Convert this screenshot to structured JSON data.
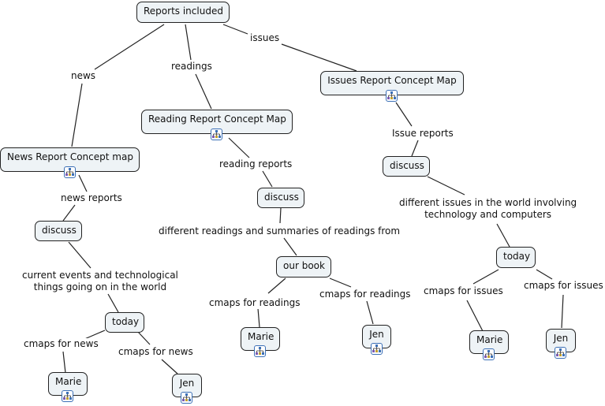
{
  "title": "Reports included concept map",
  "colors": {
    "node_fill": "#eef3f6",
    "node_border": "#222222",
    "line": "#222222",
    "icon_border": "#3b6fb6"
  },
  "nodes": {
    "root": {
      "text": "Reports included"
    },
    "news_map": {
      "text": "News Report Concept map",
      "icon": "concept-map-icon"
    },
    "reading_map": {
      "text": "Reading Report Concept Map",
      "icon": "concept-map-icon"
    },
    "issues_map": {
      "text": "Issues Report Concept Map",
      "icon": "concept-map-icon"
    },
    "news_discuss": {
      "text": "discuss"
    },
    "reading_discuss": {
      "text": "discuss"
    },
    "issues_discuss": {
      "text": "discuss"
    },
    "news_today": {
      "text": "today"
    },
    "our_book": {
      "text": "our book"
    },
    "issues_today": {
      "text": "today"
    },
    "news_marie": {
      "text": "Marie",
      "icon": "concept-map-icon"
    },
    "news_jen": {
      "text": "Jen",
      "icon": "concept-map-icon"
    },
    "reading_marie": {
      "text": "Marie",
      "icon": "concept-map-icon"
    },
    "reading_jen": {
      "text": "Jen",
      "icon": "concept-map-icon"
    },
    "issues_marie": {
      "text": "Marie",
      "icon": "concept-map-icon"
    },
    "issues_jen": {
      "text": "Jen",
      "icon": "concept-map-icon"
    }
  },
  "links": {
    "news": "news",
    "readings": "readings",
    "issues": "issues",
    "news_reports": "news reports",
    "reading_reports": "reading reports",
    "issue_reports": "Issue reports",
    "news_current": [
      "current events and technological",
      "things going on in the world"
    ],
    "reading_different": "different readings and summaries of readings from",
    "issues_different": [
      "different issues in  the world involving",
      "technology and computers"
    ],
    "cmaps_news_1": "cmaps for news",
    "cmaps_news_2": "cmaps for news",
    "cmaps_readings_1": "cmaps for readings",
    "cmaps_readings_2": "cmaps for readings",
    "cmaps_issues_1": "cmaps for issues",
    "cmaps_issues_2": "cmaps for issues"
  }
}
